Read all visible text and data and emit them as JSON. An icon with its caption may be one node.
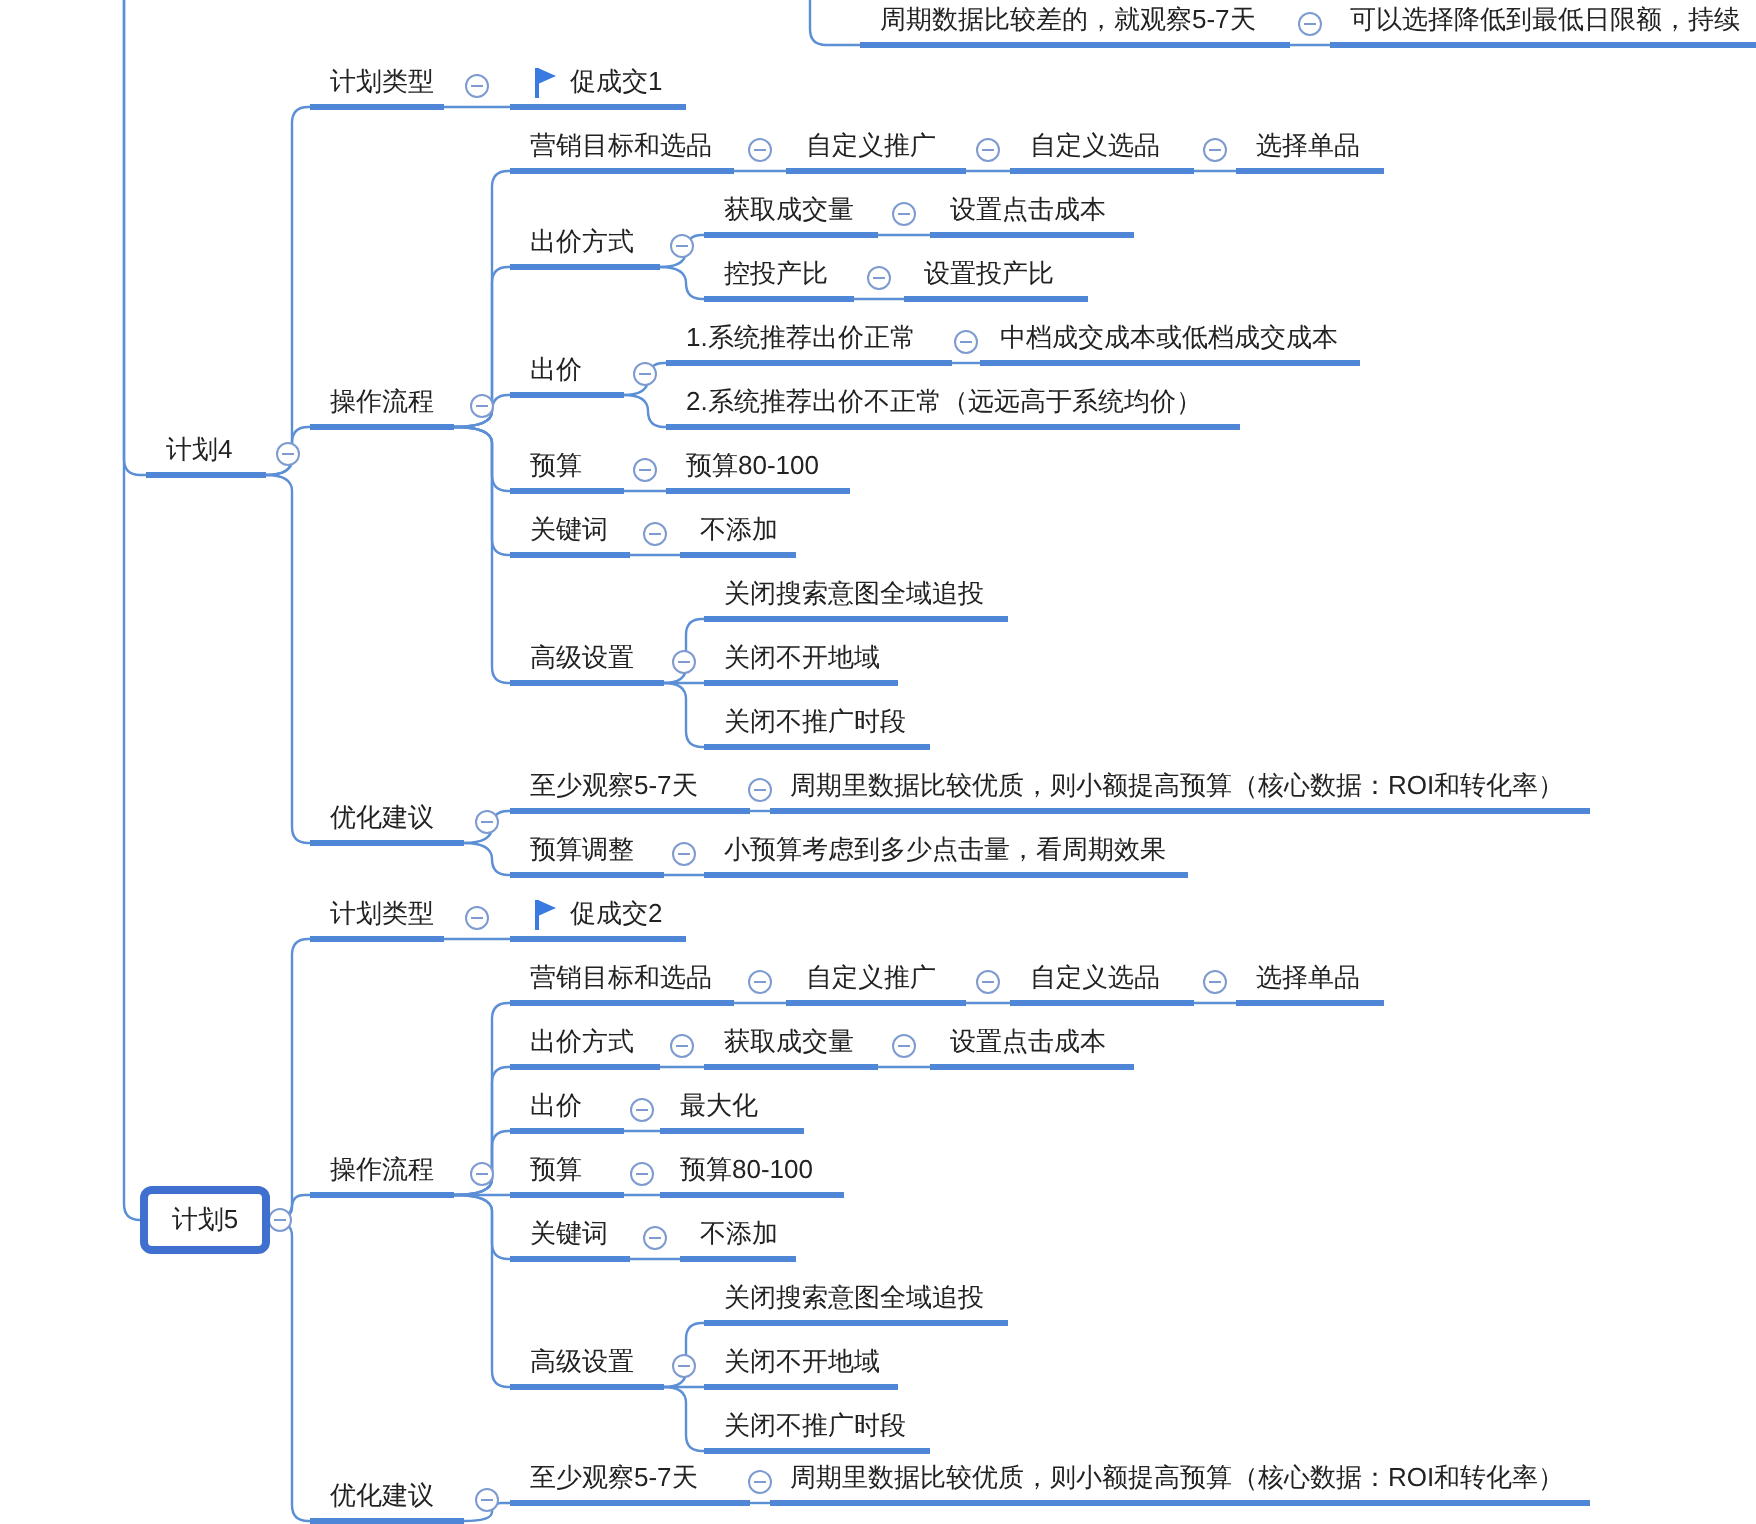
{
  "diagram": {
    "nodes": [
      {
        "text": [
          "周期数据比较差的，就观察5-7天"
        ]
      },
      {
        "text": [
          "可以选择降低到最低日限额，持续"
        ]
      },
      {
        "text": [
          "计划4"
        ]
      },
      {
        "text": [
          "计划类型"
        ]
      },
      {
        "text": [
          "促成交1"
        ]
      },
      {
        "text": [
          "操作流程"
        ]
      },
      {
        "text": [
          "营销目标和选品"
        ]
      },
      {
        "text": [
          "自定义推广"
        ]
      },
      {
        "text": [
          "自定义选品"
        ]
      },
      {
        "text": [
          "选择单品"
        ]
      },
      {
        "text": [
          "出价方式"
        ]
      },
      {
        "text": [
          "获取成交量"
        ]
      },
      {
        "text": [
          "设置点击成本"
        ]
      },
      {
        "text": [
          "控投产比"
        ]
      },
      {
        "text": [
          "设置投产比"
        ]
      },
      {
        "text": [
          "出价"
        ]
      },
      {
        "text": [
          "1.系统推荐出价正常"
        ]
      },
      {
        "text": [
          "中档成交成本或低档成交成本"
        ]
      },
      {
        "text": [
          "2.系统推荐出价不正常（远远高于系统均价）"
        ]
      },
      {
        "text": [
          "预算"
        ]
      },
      {
        "text": [
          "预算80-100"
        ]
      },
      {
        "text": [
          "关键词"
        ]
      },
      {
        "text": [
          "不添加"
        ]
      },
      {
        "text": [
          "高级设置"
        ]
      },
      {
        "text": [
          "关闭搜索意图全域追投"
        ]
      },
      {
        "text": [
          "关闭不开地域"
        ]
      },
      {
        "text": [
          "关闭不推广时段"
        ]
      },
      {
        "text": [
          "优化建议"
        ]
      },
      {
        "text": [
          "至少观察5-7天"
        ]
      },
      {
        "text": [
          "周期里数据比较优质，则小额提高预算（核心数据：ROI和转化率）"
        ]
      },
      {
        "text": [
          "预算调整"
        ]
      },
      {
        "text": [
          "小预算考虑到多少点击量，看周期效果"
        ]
      },
      {
        "text": [
          "计划5"
        ]
      },
      {
        "text": [
          "计划类型"
        ]
      },
      {
        "text": [
          "促成交2"
        ]
      },
      {
        "text": [
          "操作流程"
        ]
      },
      {
        "text": [
          "营销目标和选品"
        ]
      },
      {
        "text": [
          "自定义推广"
        ]
      },
      {
        "text": [
          "自定义选品"
        ]
      },
      {
        "text": [
          "选择单品"
        ]
      },
      {
        "text": [
          "出价方式"
        ]
      },
      {
        "text": [
          "获取成交量"
        ]
      },
      {
        "text": [
          "设置点击成本"
        ]
      },
      {
        "text": [
          "出价"
        ]
      },
      {
        "text": [
          "最大化"
        ]
      },
      {
        "text": [
          "预算"
        ]
      },
      {
        "text": [
          "预算80-100"
        ]
      },
      {
        "text": [
          "关键词"
        ]
      },
      {
        "text": [
          "不添加"
        ]
      },
      {
        "text": [
          "高级设置"
        ]
      },
      {
        "text": [
          "关闭搜索意图全域追投"
        ]
      },
      {
        "text": [
          "关闭不开地域"
        ]
      },
      {
        "text": [
          "关闭不推广时段"
        ]
      },
      {
        "text": [
          "优化建议"
        ]
      },
      {
        "text": [
          "至少观察5-7天"
        ]
      },
      {
        "text": [
          "周期里数据比较优质，则小额提高预算（核心数据：ROI和转化率）"
        ]
      }
    ],
    "edges": [
      {
        "from": null,
        "to": 0,
        "arrow": "none"
      },
      {
        "from": 0,
        "to": 1,
        "arrow": "none"
      },
      {
        "from": null,
        "to": 2,
        "arrow": "none"
      },
      {
        "from": 2,
        "to": 3,
        "arrow": "none"
      },
      {
        "from": 3,
        "to": 4,
        "arrow": "none"
      },
      {
        "from": 2,
        "to": 5,
        "arrow": "none"
      },
      {
        "from": 5,
        "to": 6,
        "arrow": "none"
      },
      {
        "from": 6,
        "to": 7,
        "arrow": "none"
      },
      {
        "from": 7,
        "to": 8,
        "arrow": "none"
      },
      {
        "from": 8,
        "to": 9,
        "arrow": "none"
      },
      {
        "from": 5,
        "to": 10,
        "arrow": "none"
      },
      {
        "from": 10,
        "to": 11,
        "arrow": "none"
      },
      {
        "from": 11,
        "to": 12,
        "arrow": "none"
      },
      {
        "from": 10,
        "to": 13,
        "arrow": "none"
      },
      {
        "from": 13,
        "to": 14,
        "arrow": "none"
      },
      {
        "from": 5,
        "to": 15,
        "arrow": "none"
      },
      {
        "from": 15,
        "to": 16,
        "arrow": "none"
      },
      {
        "from": 16,
        "to": 17,
        "arrow": "none"
      },
      {
        "from": 15,
        "to": 18,
        "arrow": "none"
      },
      {
        "from": 5,
        "to": 19,
        "arrow": "none"
      },
      {
        "from": 19,
        "to": 20,
        "arrow": "none"
      },
      {
        "from": 5,
        "to": 21,
        "arrow": "none"
      },
      {
        "from": 21,
        "to": 22,
        "arrow": "none"
      },
      {
        "from": 5,
        "to": 23,
        "arrow": "none"
      },
      {
        "from": 23,
        "to": 24,
        "arrow": "none"
      },
      {
        "from": 23,
        "to": 25,
        "arrow": "none"
      },
      {
        "from": 23,
        "to": 26,
        "arrow": "none"
      },
      {
        "from": 2,
        "to": 27,
        "arrow": "none"
      },
      {
        "from": 27,
        "to": 28,
        "arrow": "none"
      },
      {
        "from": 28,
        "to": 29,
        "arrow": "none"
      },
      {
        "from": 27,
        "to": 30,
        "arrow": "none"
      },
      {
        "from": 30,
        "to": 31,
        "arrow": "none"
      },
      {
        "from": null,
        "to": 32,
        "arrow": "none"
      },
      {
        "from": 32,
        "to": 33,
        "arrow": "none"
      },
      {
        "from": 33,
        "to": 34,
        "arrow": "none"
      },
      {
        "from": 32,
        "to": 35,
        "arrow": "none"
      },
      {
        "from": 35,
        "to": 36,
        "arrow": "none"
      },
      {
        "from": 36,
        "to": 37,
        "arrow": "none"
      },
      {
        "from": 37,
        "to": 38,
        "arrow": "none"
      },
      {
        "from": 38,
        "to": 39,
        "arrow": "none"
      },
      {
        "from": 35,
        "to": 40,
        "arrow": "none"
      },
      {
        "from": 40,
        "to": 41,
        "arrow": "none"
      },
      {
        "from": 41,
        "to": 42,
        "arrow": "none"
      },
      {
        "from": 35,
        "to": 43,
        "arrow": "none"
      },
      {
        "from": 43,
        "to": 44,
        "arrow": "none"
      },
      {
        "from": 35,
        "to": 45,
        "arrow": "none"
      },
      {
        "from": 45,
        "to": 46,
        "arrow": "none"
      },
      {
        "from": 35,
        "to": 47,
        "arrow": "none"
      },
      {
        "from": 47,
        "to": 48,
        "arrow": "none"
      },
      {
        "from": 35,
        "to": 49,
        "arrow": "none"
      },
      {
        "from": 49,
        "to": 50,
        "arrow": "none"
      },
      {
        "from": 49,
        "to": 51,
        "arrow": "none"
      },
      {
        "from": 49,
        "to": 52,
        "arrow": "none"
      },
      {
        "from": 32,
        "to": 53,
        "arrow": "none"
      },
      {
        "from": 53,
        "to": 54,
        "arrow": "none"
      },
      {
        "from": 54,
        "to": 55,
        "arrow": "none"
      }
    ]
  }
}
